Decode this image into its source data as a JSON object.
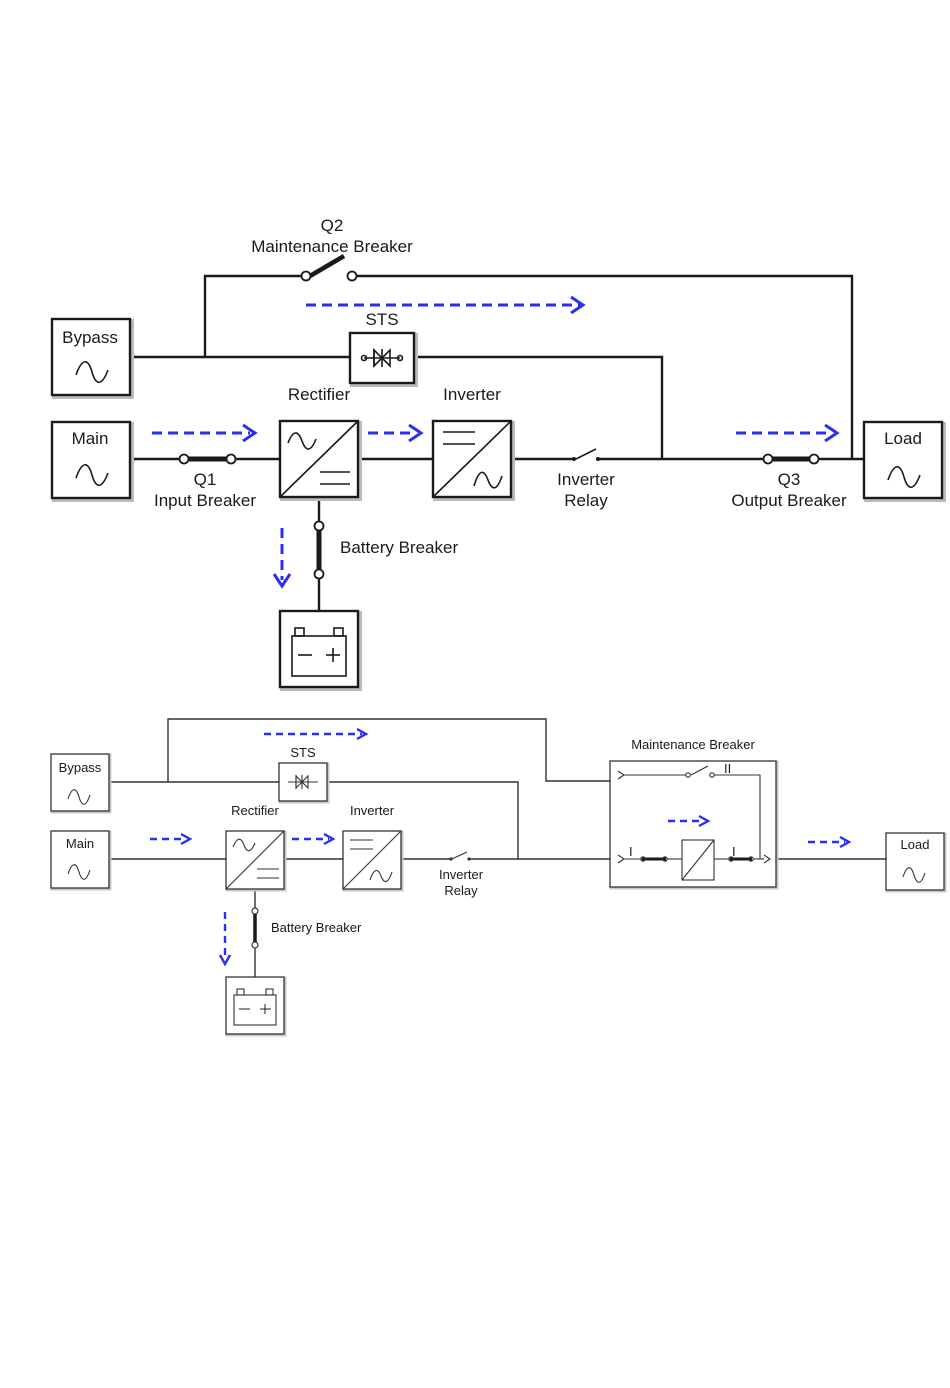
{
  "diagram_1": {
    "q2_label": "Q2",
    "maintenance_breaker_label": "Maintenance Breaker",
    "sts_label": "STS",
    "bypass_label": "Bypass",
    "main_label": "Main",
    "rectifier_label": "Rectifier",
    "inverter_label": "Inverter",
    "q1_label": "Q1",
    "input_breaker_label": "Input Breaker",
    "inverter_relay_line1": "Inverter",
    "inverter_relay_line2": "Relay",
    "q3_label": "Q3",
    "output_breaker_label": "Output Breaker",
    "load_label": "Load",
    "battery_breaker_label": "Battery Breaker"
  },
  "diagram_2": {
    "sts_label": "STS",
    "bypass_label": "Bypass",
    "main_label": "Main",
    "rectifier_label": "Rectifier",
    "inverter_label": "Inverter",
    "inverter_relay_line1": "Inverter",
    "inverter_relay_line2": "Relay",
    "maintenance_breaker_label": "Maintenance Breaker",
    "load_label": "Load",
    "battery_breaker_label": "Battery Breaker",
    "switch_i_label": "I",
    "switch_ii_label": "II",
    "switch_i2_label": "I"
  },
  "colors": {
    "flow_arrow": "#2b2ff0",
    "wire": "#1a1a1a"
  },
  "icons": [
    "ac-sine-icon",
    "ac-dc-converter-icon",
    "dc-ac-converter-icon",
    "thyristor-icon",
    "battery-icon",
    "breaker-icon",
    "relay-switch-icon",
    "flow-arrow-icon"
  ]
}
